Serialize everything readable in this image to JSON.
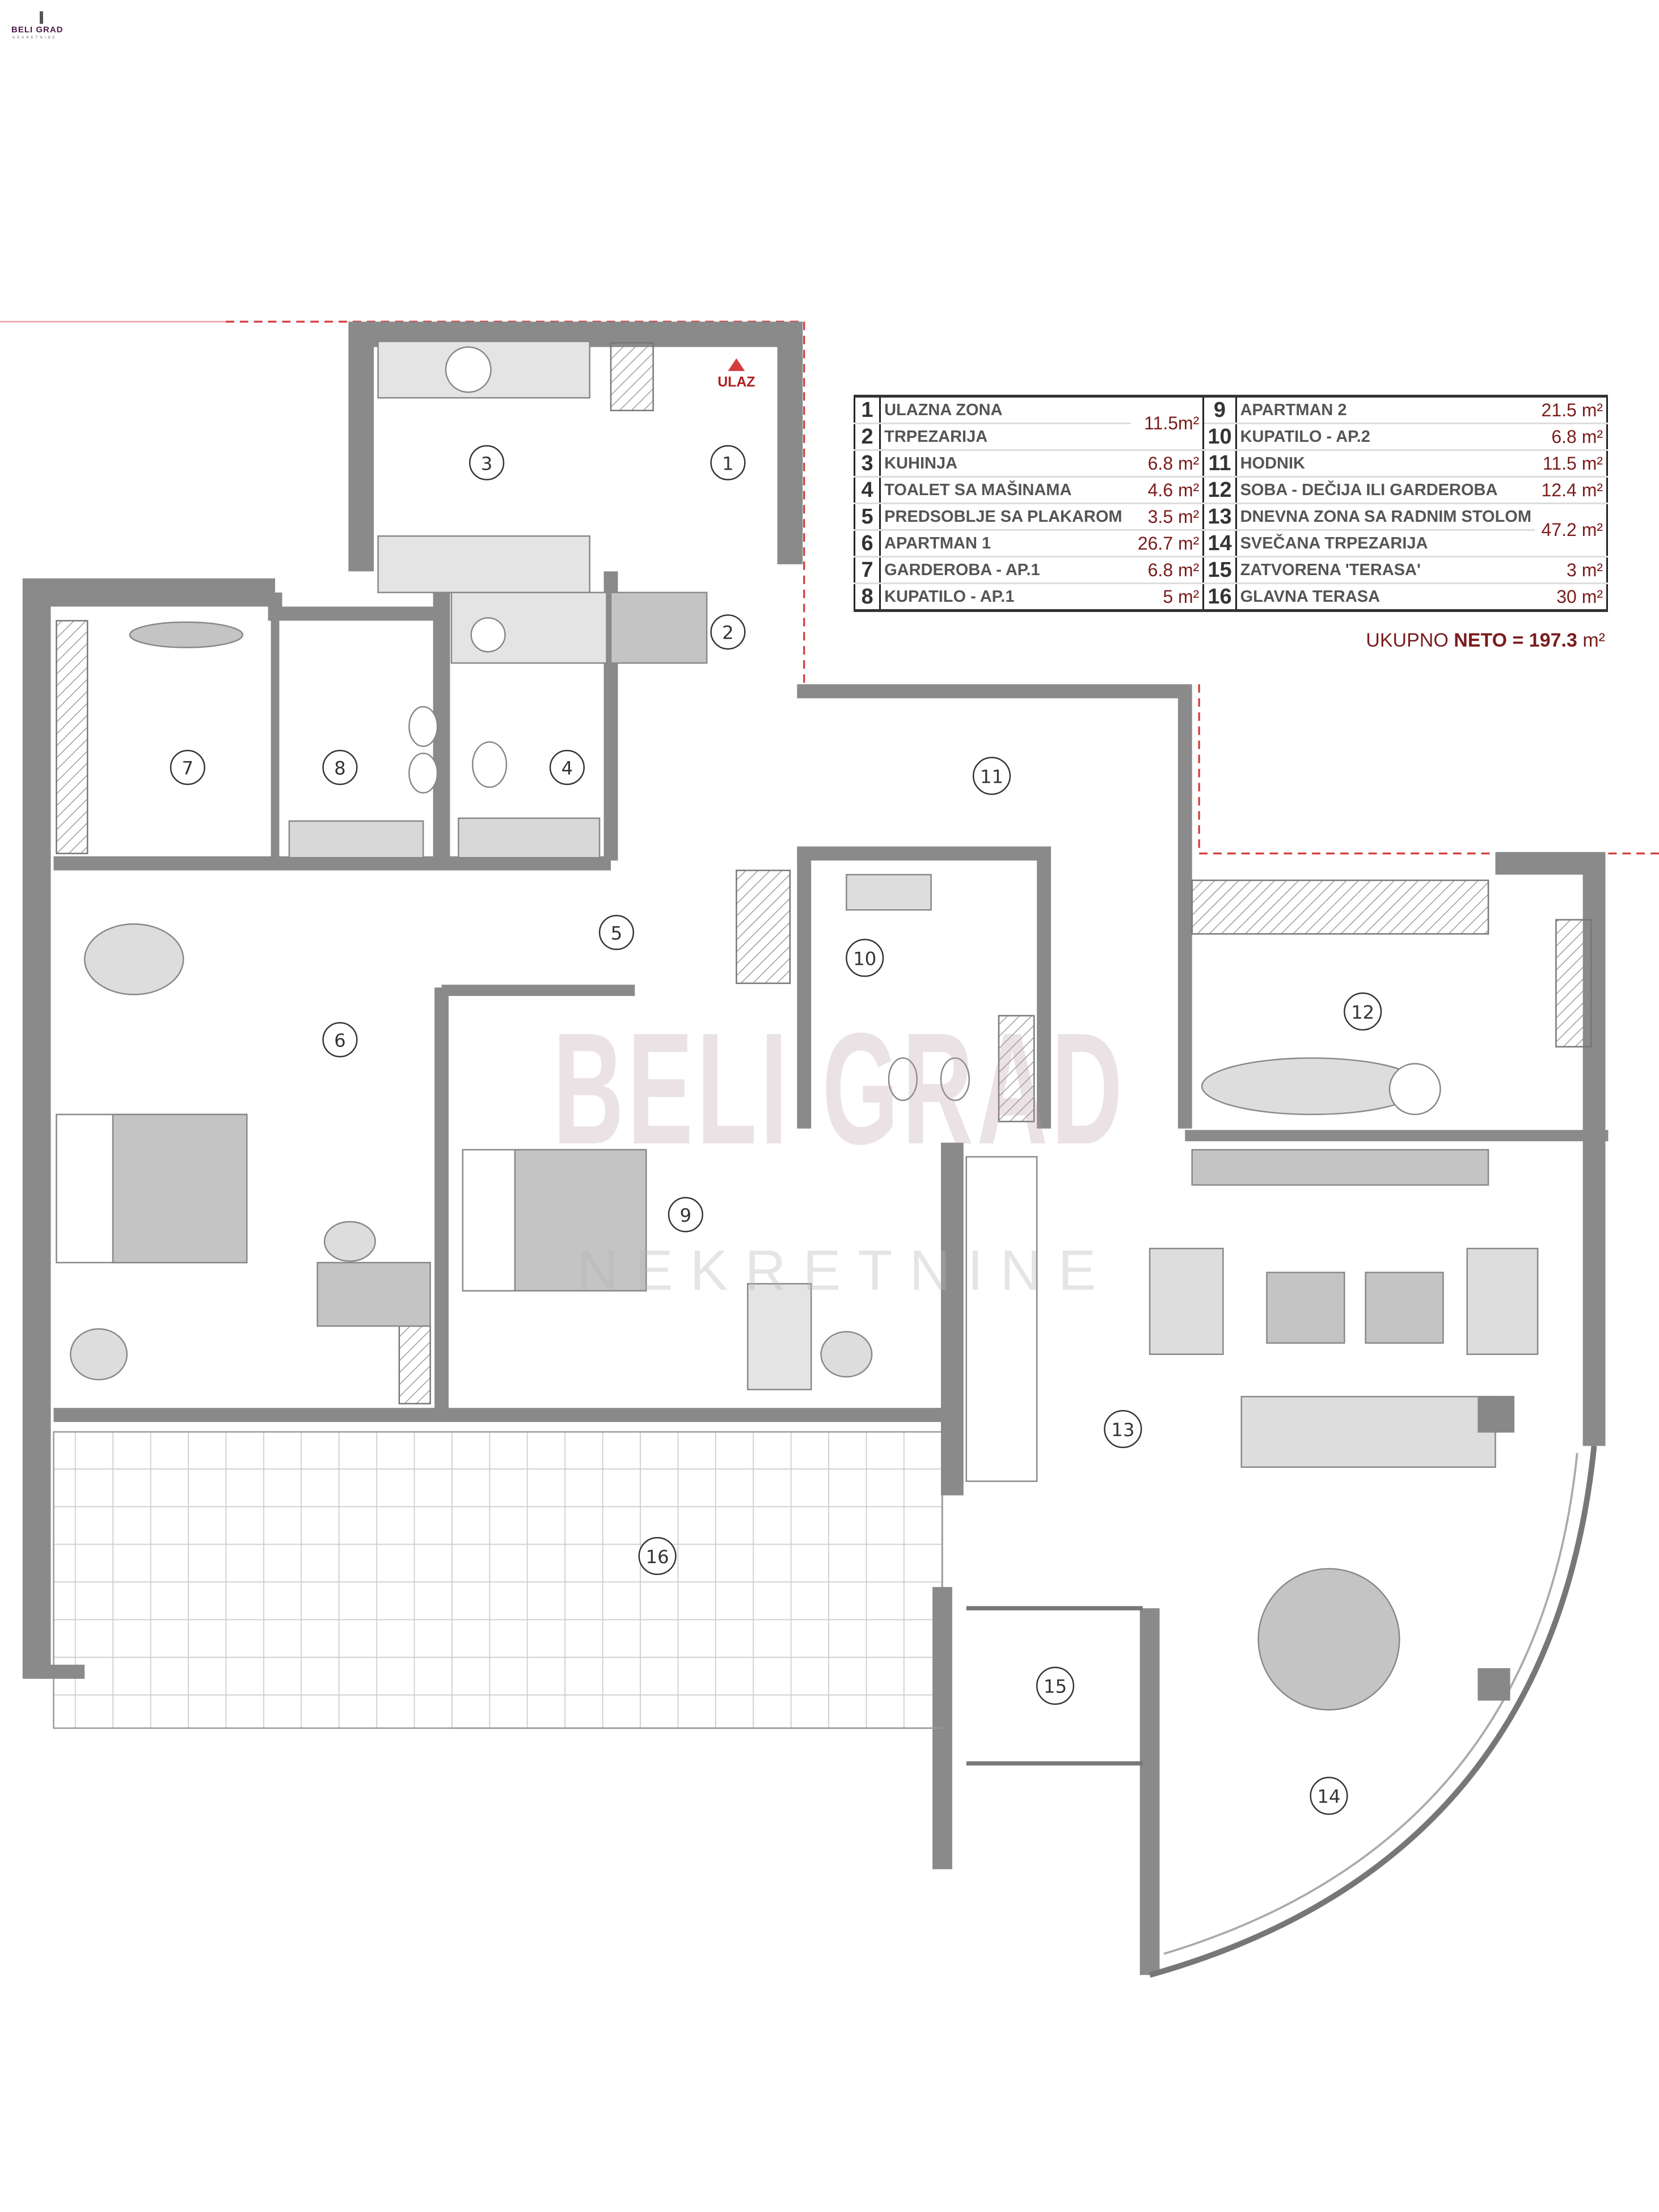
{
  "logo": {
    "brand": "BELI GRAD",
    "sub": "NEKRETNINE"
  },
  "watermark": {
    "brand": "BELI GRAD",
    "sub": "NEKRETNINE"
  },
  "entrance_label": "ULAZ",
  "rooms_on_plan": [
    "1",
    "2",
    "3",
    "4",
    "5",
    "6",
    "7",
    "8",
    "9",
    "10",
    "11",
    "12",
    "13",
    "14",
    "15",
    "16"
  ],
  "legend": {
    "left": [
      {
        "num": "1",
        "name": "ULAZNA ZONA",
        "area": "11.5m²"
      },
      {
        "num": "2",
        "name": "TRPEZARIJA",
        "area": ""
      },
      {
        "num": "3",
        "name": "KUHINJA",
        "area": "6.8 m²"
      },
      {
        "num": "4",
        "name": "TOALET SA MAŠINAMA",
        "area": "4.6 m²"
      },
      {
        "num": "5",
        "name": "PREDSOBLJE SA PLAKAROM",
        "area": "3.5 m²"
      },
      {
        "num": "6",
        "name": "APARTMAN 1",
        "area": "26.7 m²"
      },
      {
        "num": "7",
        "name": "GARDEROBA - AP.1",
        "area": "6.8 m²"
      },
      {
        "num": "8",
        "name": "KUPATILO - AP.1",
        "area": "5 m²"
      }
    ],
    "right": [
      {
        "num": "9",
        "name": "APARTMAN 2",
        "area": "21.5 m²"
      },
      {
        "num": "10",
        "name": "KUPATILO - AP.2",
        "area": "6.8 m²"
      },
      {
        "num": "11",
        "name": "HODNIK",
        "area": "11.5 m²"
      },
      {
        "num": "12",
        "name": "SOBA - DEČIJA ILI GARDEROBA",
        "area": "12.4 m²"
      },
      {
        "num": "13",
        "name": "DNEVNA ZONA SA RADNIM STOLOM",
        "area": "47.2 m²"
      },
      {
        "num": "14",
        "name": "SVEČANA TRPEZARIJA",
        "area": ""
      },
      {
        "num": "15",
        "name": "ZATVORENA 'TERASA'",
        "area": "3 m²"
      },
      {
        "num": "16",
        "name": "GLAVNA TERASA",
        "area": "30 m²"
      }
    ],
    "total_prefix": "UKUPNO",
    "total_bold": "NETO = 197.3",
    "total_unit": "m²"
  },
  "colors": {
    "wall": "#8a8a8a",
    "furniture": "#c4c4c4",
    "accent": "#7a1c1c",
    "dashed": "#d23c3c"
  }
}
